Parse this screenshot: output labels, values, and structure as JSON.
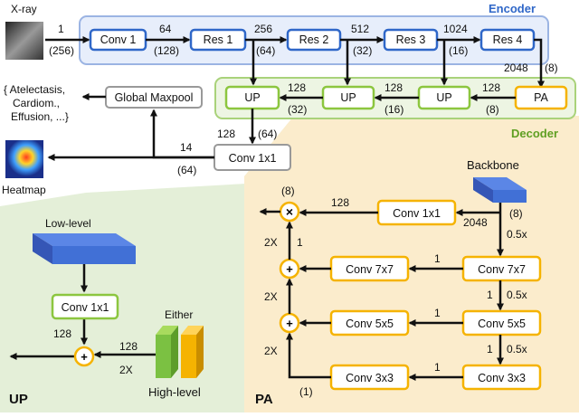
{
  "encoder": {
    "title": "Encoder",
    "blocks": [
      "Conv 1",
      "Res 1",
      "Res 2",
      "Res 3",
      "Res 4"
    ],
    "input_label": "X-ray",
    "channels": [
      "1",
      "64",
      "256",
      "512",
      "1024"
    ],
    "sizes": [
      "(256)",
      "(128)",
      "(64)",
      "(32)",
      "(16)"
    ],
    "out_channels": "2048",
    "out_size": "(8)"
  },
  "decoder": {
    "title": "Decoder",
    "pa": "PA",
    "up": "UP",
    "channels": [
      "128",
      "128",
      "128"
    ],
    "sizes": [
      "(8)",
      "(16)",
      "(32)"
    ],
    "up_out_channels": "128",
    "up_out_size": "(64)",
    "conv": "Conv 1x1",
    "heat_channels": "14",
    "heat_size": "(64)",
    "heatmap_label": "Heatmap",
    "global_maxpool": "Global Maxpool",
    "classes": [
      "{ Atelectasis,",
      "Cardiom.,",
      "Effusion, ...}"
    ]
  },
  "up_panel": {
    "title": "UP",
    "low_level": "Low-level",
    "conv": "Conv 1x1",
    "either": "Either",
    "high_level": "High-level",
    "ch_in": "128",
    "ch_out": "128",
    "scale": "2X"
  },
  "pa_panel": {
    "title": "PA",
    "backbone": "Backbone",
    "conv_1x1": "Conv 1x1",
    "left_convs": [
      "Conv 7x7",
      "Conv 5x5",
      "Conv 3x3"
    ],
    "right_convs": [
      "Conv 7x7",
      "Conv 5x5",
      "Conv 3x3"
    ],
    "size_top": "(8)",
    "size_mid": "(8)",
    "size_bottom": "(1)",
    "ch_128": "128",
    "ch_2048": "2048",
    "scale_05": "0.5x",
    "ones": "1",
    "scale_2x": "2X",
    "times": "×",
    "plus": "+"
  },
  "colors": {
    "encoder_blue": "#2f67c8",
    "decoder_green": "#8cc63f",
    "pa_orange": "#f5b301",
    "up_panel_bg": "#e4efd8",
    "pa_panel_bg": "#fbeccc"
  }
}
